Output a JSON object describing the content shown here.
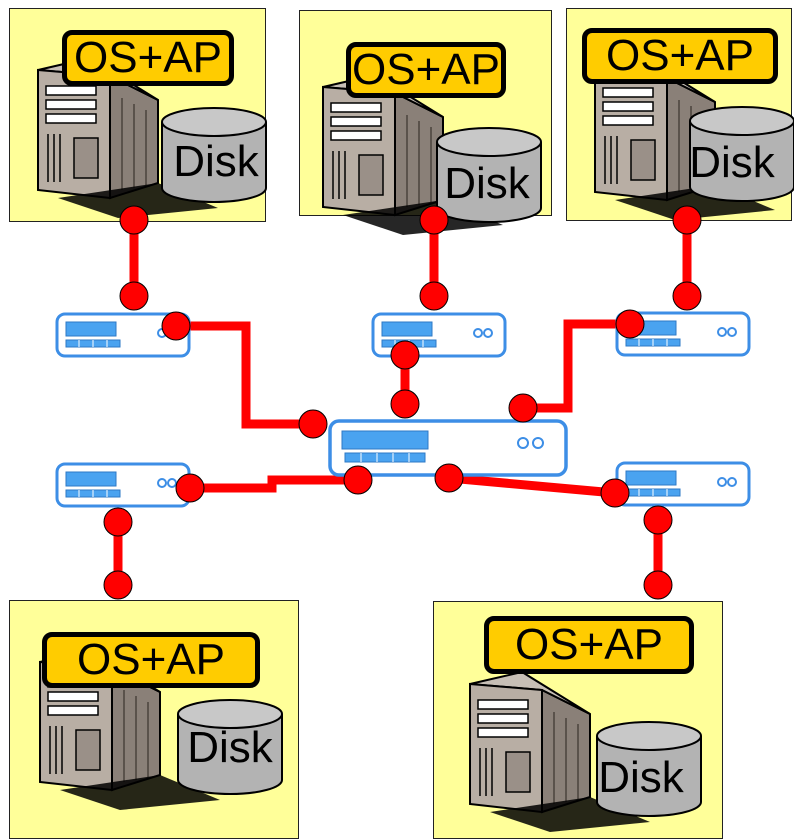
{
  "diagram": {
    "nodes": [
      {
        "id": "node-top-left",
        "label": "OS+AP",
        "disk_label": "Disk"
      },
      {
        "id": "node-top-center",
        "label": "OS+AP",
        "disk_label": "Disk"
      },
      {
        "id": "node-top-right",
        "label": "OS+AP",
        "disk_label": "Disk"
      },
      {
        "id": "node-bottom-left",
        "label": "OS+AP",
        "disk_label": "Disk"
      },
      {
        "id": "node-bottom-right",
        "label": "OS+AP",
        "disk_label": "Disk"
      }
    ],
    "switches": [
      "switch-upper-left",
      "switch-upper-center",
      "switch-upper-right",
      "switch-core",
      "switch-lower-left",
      "switch-lower-right"
    ],
    "colors": {
      "node_background": "#ffff99",
      "badge_fill": "#ffcc00",
      "cable": "#ff0000",
      "switch_outline": "#3d8ee6",
      "switch_panel": "#4aa3f0",
      "disk": "#b3b3b3",
      "server_body": "#a89f96"
    }
  }
}
